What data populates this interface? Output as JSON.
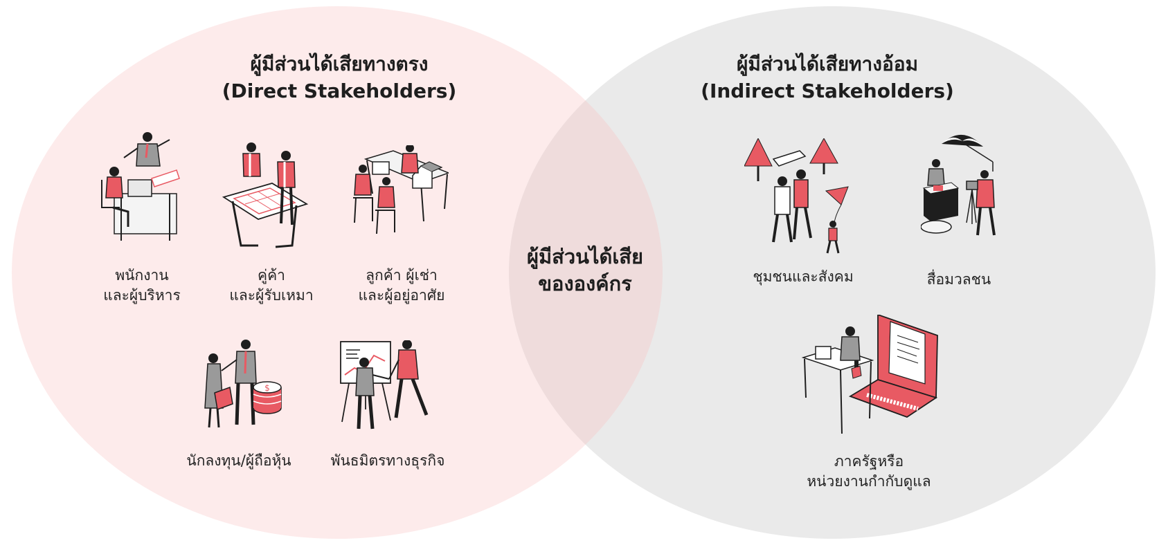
{
  "direct": {
    "title_th": "ผู้มีส่วนได้เสียทางตรง",
    "title_en": "(Direct Stakeholders)",
    "groups": [
      {
        "line1": "พนักงาน",
        "line2": "และผู้บริหาร",
        "icon": "employees-executives-icon"
      },
      {
        "line1": "คู่ค้า",
        "line2": "และผู้รับเหมา",
        "icon": "partners-contractors-icon"
      },
      {
        "line1": "ลูกค้า ผู้เช่า",
        "line2": "และผู้อยู่อาศัย",
        "icon": "customers-tenants-icon"
      },
      {
        "line1": "นักลงทุน/ผู้ถือหุ้น",
        "icon": "investors-shareholders-icon"
      },
      {
        "line1": "พันธมิตรทางธุรกิจ",
        "icon": "business-alliances-icon"
      }
    ]
  },
  "indirect": {
    "title_th": "ผู้มีส่วนได้เสียทางอ้อม",
    "title_en": "(Indirect Stakeholders)",
    "groups": [
      {
        "line1": "ชุมชนและสังคม",
        "icon": "community-society-icon"
      },
      {
        "line1": "สื่อมวลชน",
        "icon": "media-icon"
      },
      {
        "line1": "ภาครัฐหรือ",
        "line2": "หน่วยงานกำกับดูแล",
        "icon": "government-regulators-icon"
      }
    ]
  },
  "center": {
    "line1": "ผู้มีส่วนได้เสีย",
    "line2": "ขององค์กร"
  },
  "colors": {
    "direct_fill": "#fdebeb",
    "indirect_fill": "#eaeaea",
    "overlap_fill": "#efdcdc",
    "accent_red": "#e85a63",
    "ink": "#1e1e1e"
  }
}
